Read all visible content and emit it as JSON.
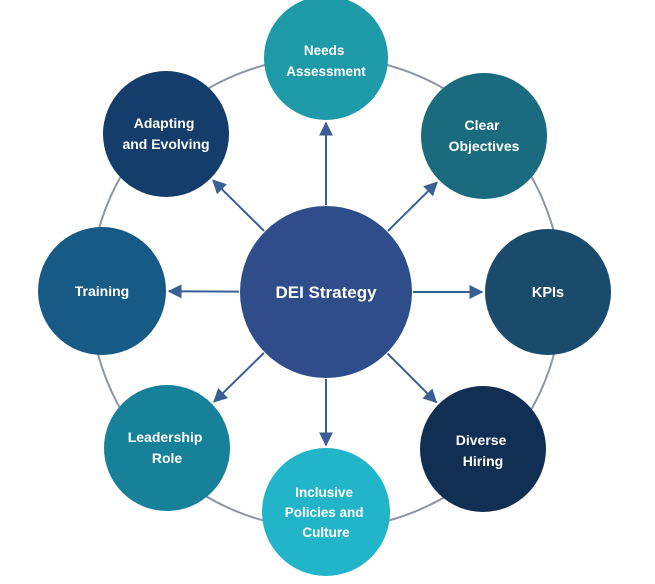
{
  "center": {
    "label": [
      "DEI Strategy"
    ],
    "color": "#2f4d8a"
  },
  "nodes": [
    {
      "id": "needs-assessment",
      "label": [
        "Needs",
        "Assessment"
      ],
      "color": "#1e9aa8"
    },
    {
      "id": "clear-objectives",
      "label": [
        "Clear",
        "Objectives"
      ],
      "color": "#1b6b7e"
    },
    {
      "id": "kpis",
      "label": [
        "KPIs"
      ],
      "color": "#1a4a6c"
    },
    {
      "id": "diverse-hiring",
      "label": [
        "Diverse",
        "Hiring"
      ],
      "color": "#102f53"
    },
    {
      "id": "inclusive-policies",
      "label": [
        "Inclusive",
        "Policies and",
        "Culture"
      ],
      "color": "#22b5c9"
    },
    {
      "id": "leadership-role",
      "label": [
        "Leadership",
        "Role"
      ],
      "color": "#17819a"
    },
    {
      "id": "training",
      "label": [
        "Training"
      ],
      "color": "#175a86"
    },
    {
      "id": "adapting-evolving",
      "label": [
        "Adapting",
        "and Evolving"
      ],
      "color": "#143d6c"
    }
  ],
  "colors": {
    "orbit": "#8e96a3",
    "arrow": "#3a5f93",
    "text": "#ffffff"
  }
}
